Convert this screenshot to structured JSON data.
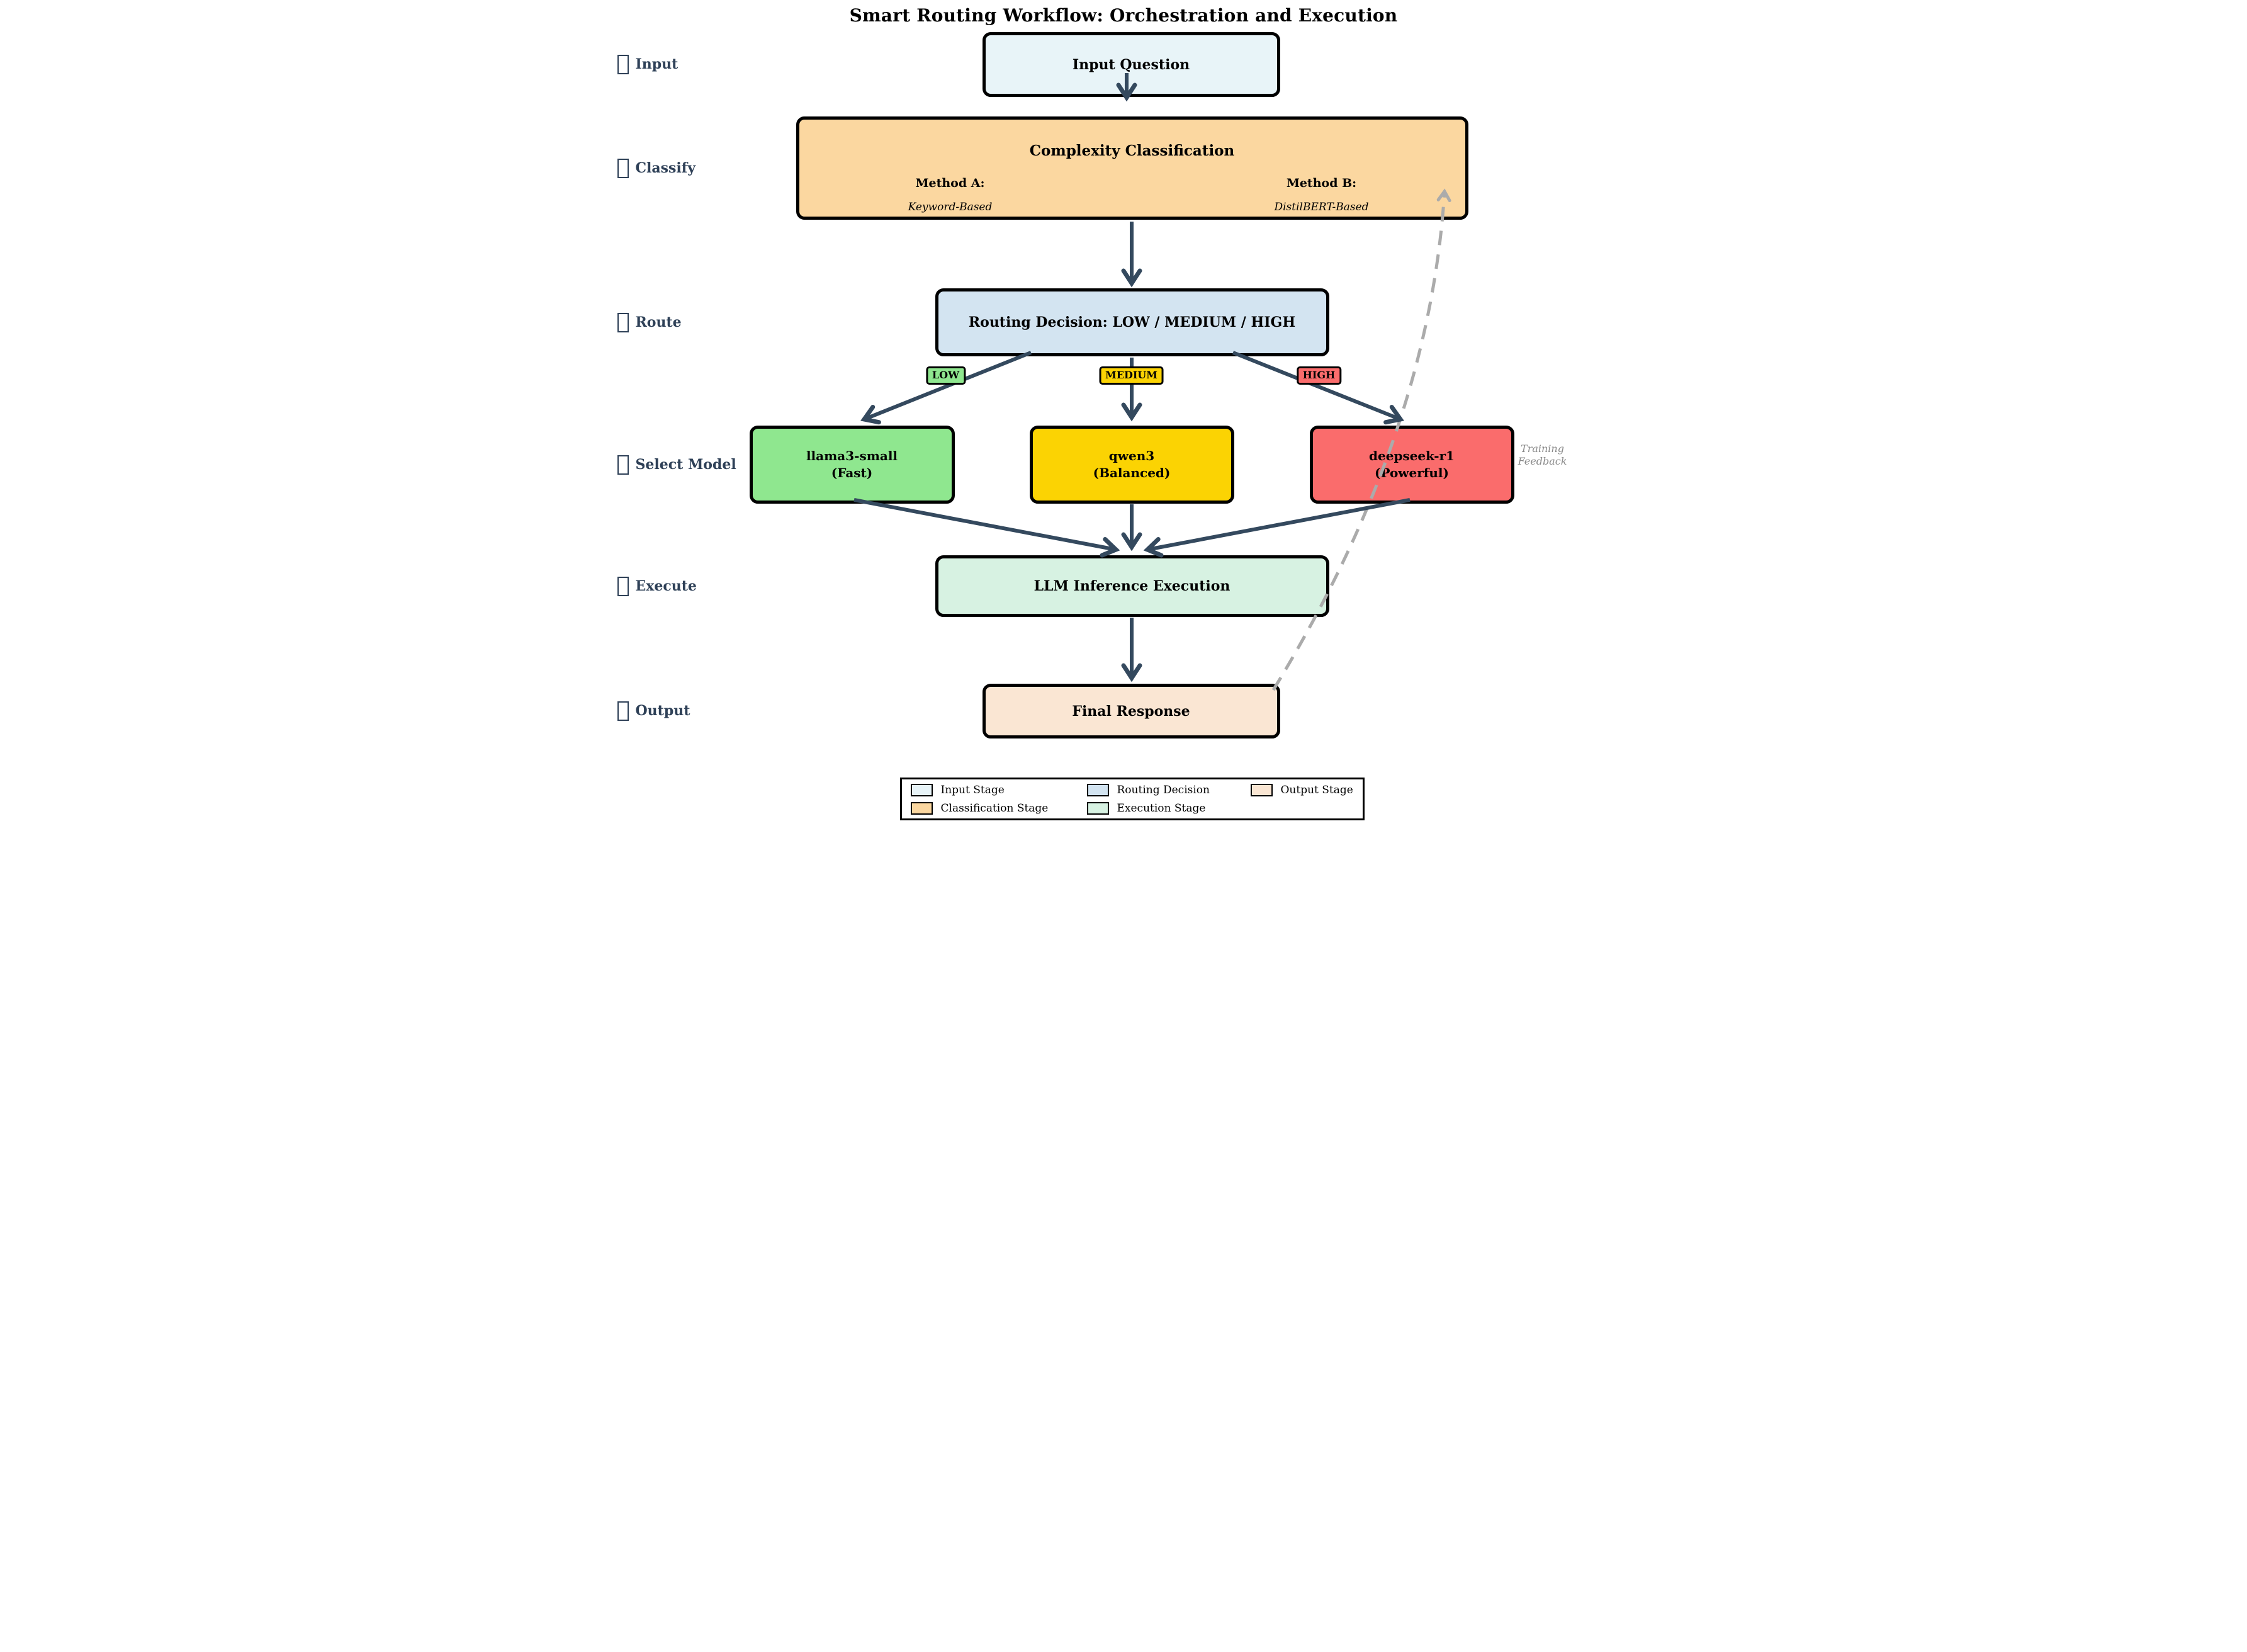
{
  "title": "Smart Routing Workflow: Orchestration and Execution",
  "stages": [
    {
      "icon": "missing-glyph",
      "label": "Input"
    },
    {
      "icon": "missing-glyph",
      "label": "Classify"
    },
    {
      "icon": "missing-glyph",
      "label": "Route"
    },
    {
      "icon": "missing-glyph",
      "label": "Select Model"
    },
    {
      "icon": "missing-glyph",
      "label": "Execute"
    },
    {
      "icon": "missing-glyph",
      "label": "Output"
    }
  ],
  "nodes": {
    "input_question": {
      "label": "Input Question",
      "fill": "#E8F4F8"
    },
    "classification": {
      "title": "Complexity Classification",
      "fill": "#FBD7A0",
      "method_a": {
        "title": "Method A:",
        "desc": "Keyword-Based"
      },
      "method_b": {
        "title": "Method B:",
        "desc": "DistilBERT-Based"
      }
    },
    "routing": {
      "label": "Routing Decision: LOW / MEDIUM / HIGH",
      "fill": "#D3E4F1"
    },
    "models": [
      {
        "name": "llama3-small",
        "tag": "(Fast)",
        "fill": "#8FE78F"
      },
      {
        "name": "qwen3",
        "tag": "(Balanced)",
        "fill": "#FBD303"
      },
      {
        "name": "deepseek-r1",
        "tag": "(Powerful)",
        "fill": "#FA6C6C"
      }
    ],
    "execution": {
      "label": "LLM Inference Execution",
      "fill": "#D7F2E2"
    },
    "final_response": {
      "label": "Final Response",
      "fill": "#FAE6D3"
    }
  },
  "badges": [
    {
      "label": "LOW",
      "fill": "#8FE78F"
    },
    {
      "label": "MEDIUM",
      "fill": "#FBD303"
    },
    {
      "label": "HIGH",
      "fill": "#FA6C6C"
    }
  ],
  "feedback": {
    "line1": "Training",
    "line2": "Feedback"
  },
  "legend": {
    "items": [
      {
        "label": "Input Stage",
        "fill": "#E8F4F8"
      },
      {
        "label": "Routing Decision",
        "fill": "#D3E4F1"
      },
      {
        "label": "Output Stage",
        "fill": "#FAE6D3"
      },
      {
        "label": "Classification Stage",
        "fill": "#FBD7A0"
      },
      {
        "label": "Execution Stage",
        "fill": "#D7F2E2"
      }
    ]
  },
  "colors": {
    "arrow": "#34495E",
    "stagelabel": "#2E4057",
    "dash": "#ABABAB",
    "feedback": "#8A8A8A"
  }
}
